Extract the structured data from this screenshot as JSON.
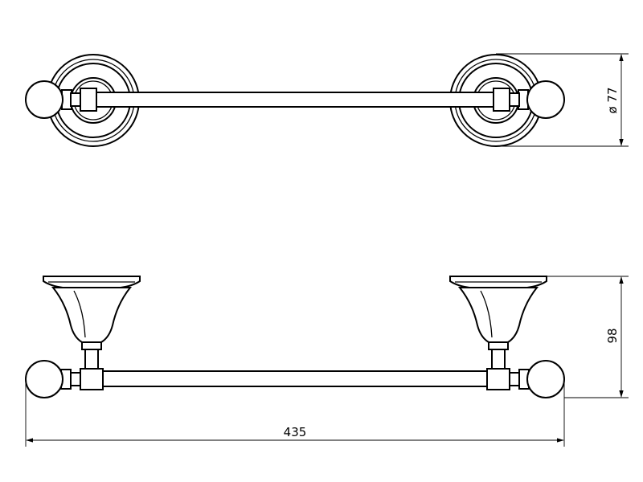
{
  "drawing": {
    "dimensions": {
      "diameter": "ø 77",
      "height": "98",
      "length": "435"
    },
    "colors": {
      "line": "#000000",
      "background": "#ffffff"
    }
  }
}
